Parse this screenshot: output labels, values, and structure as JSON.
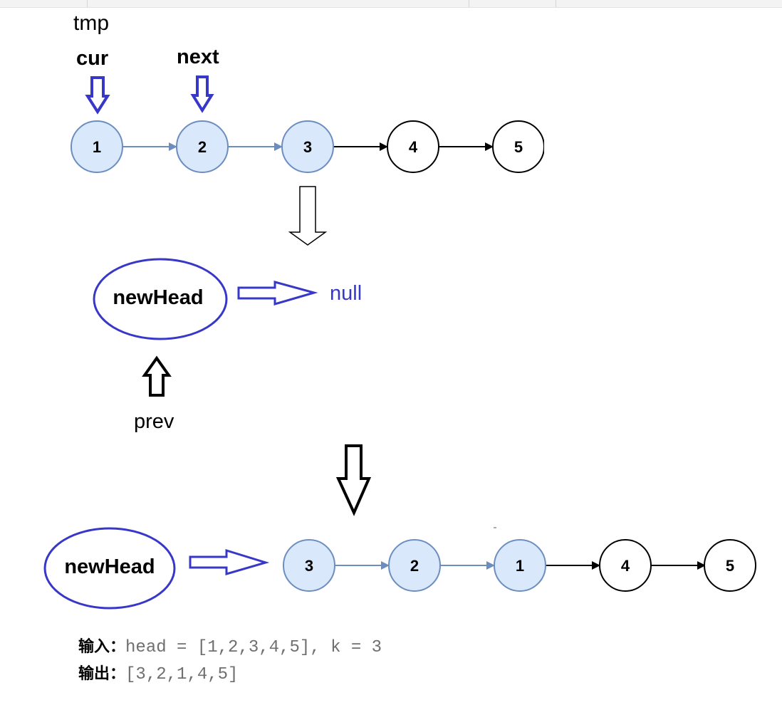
{
  "diagram": {
    "step1": {
      "labels": {
        "tmp": "tmp",
        "cur": "cur",
        "next": "next"
      },
      "nodes": [
        "1",
        "2",
        "3",
        "4",
        "5"
      ]
    },
    "step2": {
      "newhead": "newHead",
      "null_text": "null",
      "prev": "prev"
    },
    "step3": {
      "newhead": "newHead",
      "nodes": [
        "3",
        "2",
        "1",
        "4",
        "5"
      ]
    },
    "colors": {
      "highlight_fill": "#dae8fc",
      "highlight_stroke": "#6c8ebf",
      "pointer_blue": "#3838c8",
      "plain_stroke": "#000000"
    }
  },
  "example": {
    "input_key": "输入：",
    "input_value": "head = [1,2,3,4,5], k = 3",
    "output_key": "输出：",
    "output_value": "[3,2,1,4,5]"
  }
}
